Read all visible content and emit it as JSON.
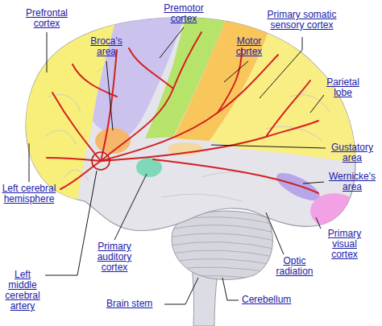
{
  "diagram": {
    "labels": [
      "Prefrontal cortex",
      "Premotor cortex",
      "Broca's area",
      "Motor cortex",
      "Primary somatic sensory cortex",
      "Parietal lobe",
      "Gustatory area",
      "Left cerebral hemisphere",
      "Wernicke's area",
      "Primary visual cortex",
      "Primary auditory cortex",
      "Left middle cerebral artery",
      "Optic radiation",
      "Brain stem",
      "Cerebellum"
    ]
  }
}
